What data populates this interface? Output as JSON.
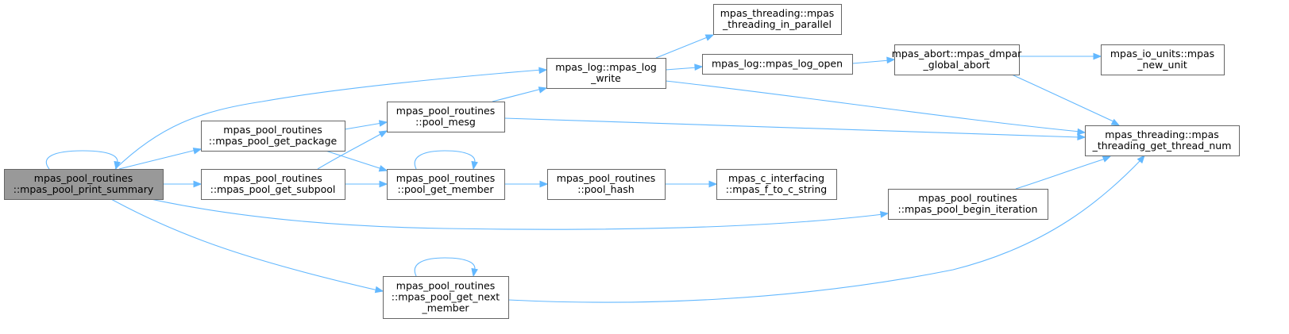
{
  "graph": {
    "colors": {
      "edge": "#63b8ff",
      "node_border": "#666666",
      "root_fill": "#999999",
      "node_fill": "#ffffff"
    },
    "nodes": [
      {
        "id": "print_summary",
        "lines": [
          "mpas_pool_routines",
          "::mpas_pool_print_summary"
        ],
        "root": true
      },
      {
        "id": "get_package",
        "lines": [
          "mpas_pool_routines",
          "::mpas_pool_get_package"
        ]
      },
      {
        "id": "get_subpool",
        "lines": [
          "mpas_pool_routines",
          "::mpas_pool_get_subpool"
        ]
      },
      {
        "id": "pool_mesg",
        "lines": [
          "mpas_pool_routines",
          "::pool_mesg"
        ]
      },
      {
        "id": "get_member",
        "lines": [
          "mpas_pool_routines",
          "::pool_get_member"
        ]
      },
      {
        "id": "log_write",
        "lines": [
          "mpas_log::mpas_log",
          "_write"
        ]
      },
      {
        "id": "get_next_member",
        "lines": [
          "mpas_pool_routines",
          "::mpas_pool_get_next",
          "_member"
        ]
      },
      {
        "id": "in_parallel",
        "lines": [
          "mpas_threading::mpas",
          "_threading_in_parallel"
        ]
      },
      {
        "id": "log_open",
        "lines": [
          "mpas_log::mpas_log_open"
        ]
      },
      {
        "id": "pool_hash",
        "lines": [
          "mpas_pool_routines",
          "::pool_hash"
        ]
      },
      {
        "id": "f_to_c",
        "lines": [
          "mpas_c_interfacing",
          "::mpas_f_to_c_string"
        ]
      },
      {
        "id": "dmpar_abort",
        "lines": [
          "mpas_abort::mpas_dmpar",
          "_global_abort"
        ]
      },
      {
        "id": "begin_iteration",
        "lines": [
          "mpas_pool_routines",
          "::mpas_pool_begin_iteration"
        ]
      },
      {
        "id": "new_unit",
        "lines": [
          "mpas_io_units::mpas",
          "_new_unit"
        ]
      },
      {
        "id": "thread_num",
        "lines": [
          "mpas_threading::mpas",
          "_threading_get_thread_num"
        ]
      }
    ],
    "edges": [
      {
        "from": "print_summary",
        "to": "print_summary"
      },
      {
        "from": "print_summary",
        "to": "log_write"
      },
      {
        "from": "print_summary",
        "to": "get_package"
      },
      {
        "from": "print_summary",
        "to": "get_subpool"
      },
      {
        "from": "print_summary",
        "to": "begin_iteration"
      },
      {
        "from": "print_summary",
        "to": "get_next_member"
      },
      {
        "from": "get_package",
        "to": "pool_mesg"
      },
      {
        "from": "get_package",
        "to": "get_member"
      },
      {
        "from": "get_subpool",
        "to": "pool_mesg"
      },
      {
        "from": "get_subpool",
        "to": "get_member"
      },
      {
        "from": "get_member",
        "to": "get_member"
      },
      {
        "from": "get_member",
        "to": "pool_hash"
      },
      {
        "from": "pool_mesg",
        "to": "log_write"
      },
      {
        "from": "pool_mesg",
        "to": "thread_num"
      },
      {
        "from": "log_write",
        "to": "in_parallel"
      },
      {
        "from": "log_write",
        "to": "log_open"
      },
      {
        "from": "log_write",
        "to": "thread_num"
      },
      {
        "from": "log_open",
        "to": "dmpar_abort"
      },
      {
        "from": "dmpar_abort",
        "to": "new_unit"
      },
      {
        "from": "dmpar_abort",
        "to": "thread_num"
      },
      {
        "from": "pool_hash",
        "to": "f_to_c"
      },
      {
        "from": "begin_iteration",
        "to": "thread_num"
      },
      {
        "from": "get_next_member",
        "to": "get_next_member"
      },
      {
        "from": "get_next_member",
        "to": "thread_num"
      }
    ]
  }
}
